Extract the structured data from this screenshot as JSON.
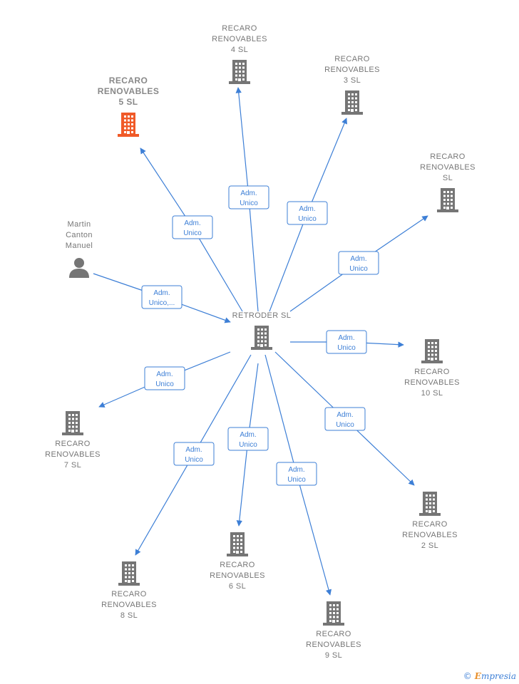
{
  "colors": {
    "edge": "#3d7fd6",
    "building": "#757575",
    "highlight": "#f05a28",
    "person": "#757575"
  },
  "nodes": [
    {
      "id": "retroder",
      "lines": [
        "RETRODER SL"
      ],
      "icon": "building-icon",
      "label_pos": "above"
    },
    {
      "id": "r5",
      "lines": [
        "RECARO",
        "RENOVABLES",
        "5  SL"
      ],
      "icon": "building-icon",
      "highlight": true,
      "label_pos": "above"
    },
    {
      "id": "r4",
      "lines": [
        "RECARO",
        "RENOVABLES",
        "4  SL"
      ],
      "icon": "building-icon",
      "label_pos": "above"
    },
    {
      "id": "r3",
      "lines": [
        "RECARO",
        "RENOVABLES",
        "3  SL"
      ],
      "icon": "building-icon",
      "label_pos": "above"
    },
    {
      "id": "r",
      "lines": [
        "RECARO",
        "RENOVABLES",
        "SL"
      ],
      "icon": "building-icon",
      "label_pos": "above"
    },
    {
      "id": "martin",
      "lines": [
        "Martin",
        "Canton",
        "Manuel"
      ],
      "icon": "person-icon",
      "label_pos": "above"
    },
    {
      "id": "r10",
      "lines": [
        "RECARO",
        "RENOVABLES",
        "10  SL"
      ],
      "icon": "building-icon",
      "label_pos": "below"
    },
    {
      "id": "r7",
      "lines": [
        "RECARO",
        "RENOVABLES",
        "7  SL"
      ],
      "icon": "building-icon",
      "label_pos": "below"
    },
    {
      "id": "r2",
      "lines": [
        "RECARO",
        "RENOVABLES",
        "2  SL"
      ],
      "icon": "building-icon",
      "label_pos": "below"
    },
    {
      "id": "r6",
      "lines": [
        "RECARO",
        "RENOVABLES",
        "6  SL"
      ],
      "icon": "building-icon",
      "label_pos": "below"
    },
    {
      "id": "r8",
      "lines": [
        "RECARO",
        "RENOVABLES",
        "8  SL"
      ],
      "icon": "building-icon",
      "label_pos": "below"
    },
    {
      "id": "r9",
      "lines": [
        "RECARO",
        "RENOVABLES",
        "9  SL"
      ],
      "icon": "building-icon",
      "label_pos": "below"
    }
  ],
  "edges": [
    {
      "from": "retroder",
      "to": "r5",
      "label": [
        "Adm.",
        "Unico"
      ]
    },
    {
      "from": "retroder",
      "to": "r4",
      "label": [
        "Adm.",
        "Unico"
      ]
    },
    {
      "from": "retroder",
      "to": "r3",
      "label": [
        "Adm.",
        "Unico"
      ]
    },
    {
      "from": "retroder",
      "to": "r",
      "label": [
        "Adm.",
        "Unico"
      ]
    },
    {
      "from": "martin",
      "to": "retroder",
      "label": [
        "Adm.",
        "Unico,..."
      ]
    },
    {
      "from": "retroder",
      "to": "r10",
      "label": [
        "Adm.",
        "Unico"
      ]
    },
    {
      "from": "retroder",
      "to": "r7",
      "label": [
        "Adm.",
        "Unico"
      ]
    },
    {
      "from": "retroder",
      "to": "r2",
      "label": [
        "Adm.",
        "Unico"
      ]
    },
    {
      "from": "retroder",
      "to": "r6",
      "label": [
        "Adm.",
        "Unico"
      ]
    },
    {
      "from": "retroder",
      "to": "r8",
      "label": [
        "Adm.",
        "Unico"
      ]
    },
    {
      "from": "retroder",
      "to": "r9",
      "label": [
        "Adm.",
        "Unico"
      ]
    }
  ],
  "footer": {
    "copyright_symbol": "©",
    "brand_first": "E",
    "brand_rest": "mpresia"
  }
}
